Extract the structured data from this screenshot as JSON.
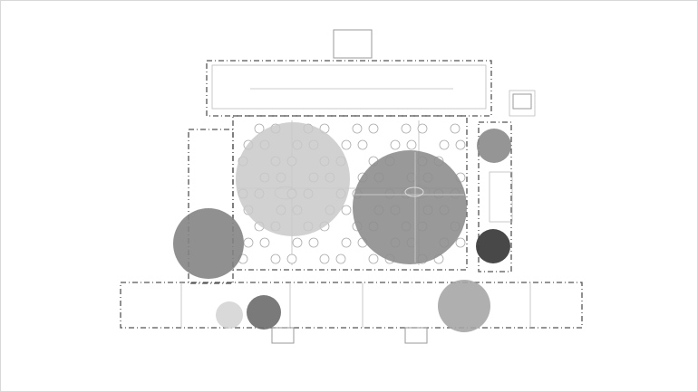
{
  "diagram": {
    "type": "floor-plan-with-zones",
    "zones": [
      {
        "id": "courtyard-west",
        "color": "#c9c9c9"
      },
      {
        "id": "courtyard-east",
        "color": "#8e8e8e"
      },
      {
        "id": "west-wing",
        "color": "#848484"
      },
      {
        "id": "northeast-room",
        "color": "#8a8a8a"
      },
      {
        "id": "east-room",
        "color": "#3e3e3e"
      },
      {
        "id": "south-room-a",
        "color": "#d2d2d2"
      },
      {
        "id": "south-room-b",
        "color": "#6c6c6c"
      },
      {
        "id": "southeast-room",
        "color": "#a6a6a6"
      }
    ]
  }
}
